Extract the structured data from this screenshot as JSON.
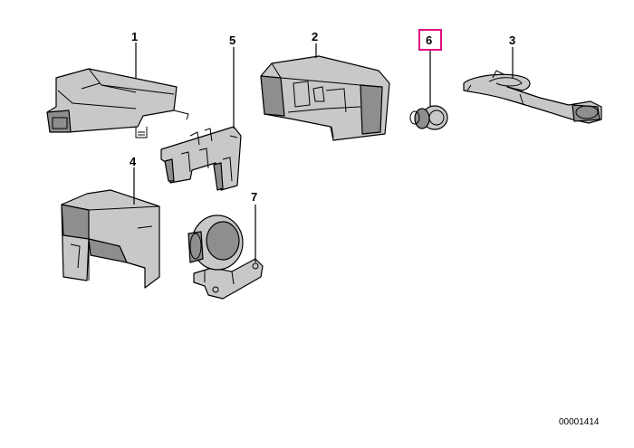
{
  "colors": {
    "part_fill": "#c8c8c8",
    "part_shade": "#8e8e8e",
    "outline": "#000000",
    "highlight": "#e0107f",
    "background": "#ffffff"
  },
  "parts": [
    {
      "number": "1"
    },
    {
      "number": "5"
    },
    {
      "number": "2"
    },
    {
      "number": "6",
      "highlighted": true
    },
    {
      "number": "3"
    },
    {
      "number": "4"
    },
    {
      "number": "7"
    }
  ],
  "document_id": "00001414"
}
